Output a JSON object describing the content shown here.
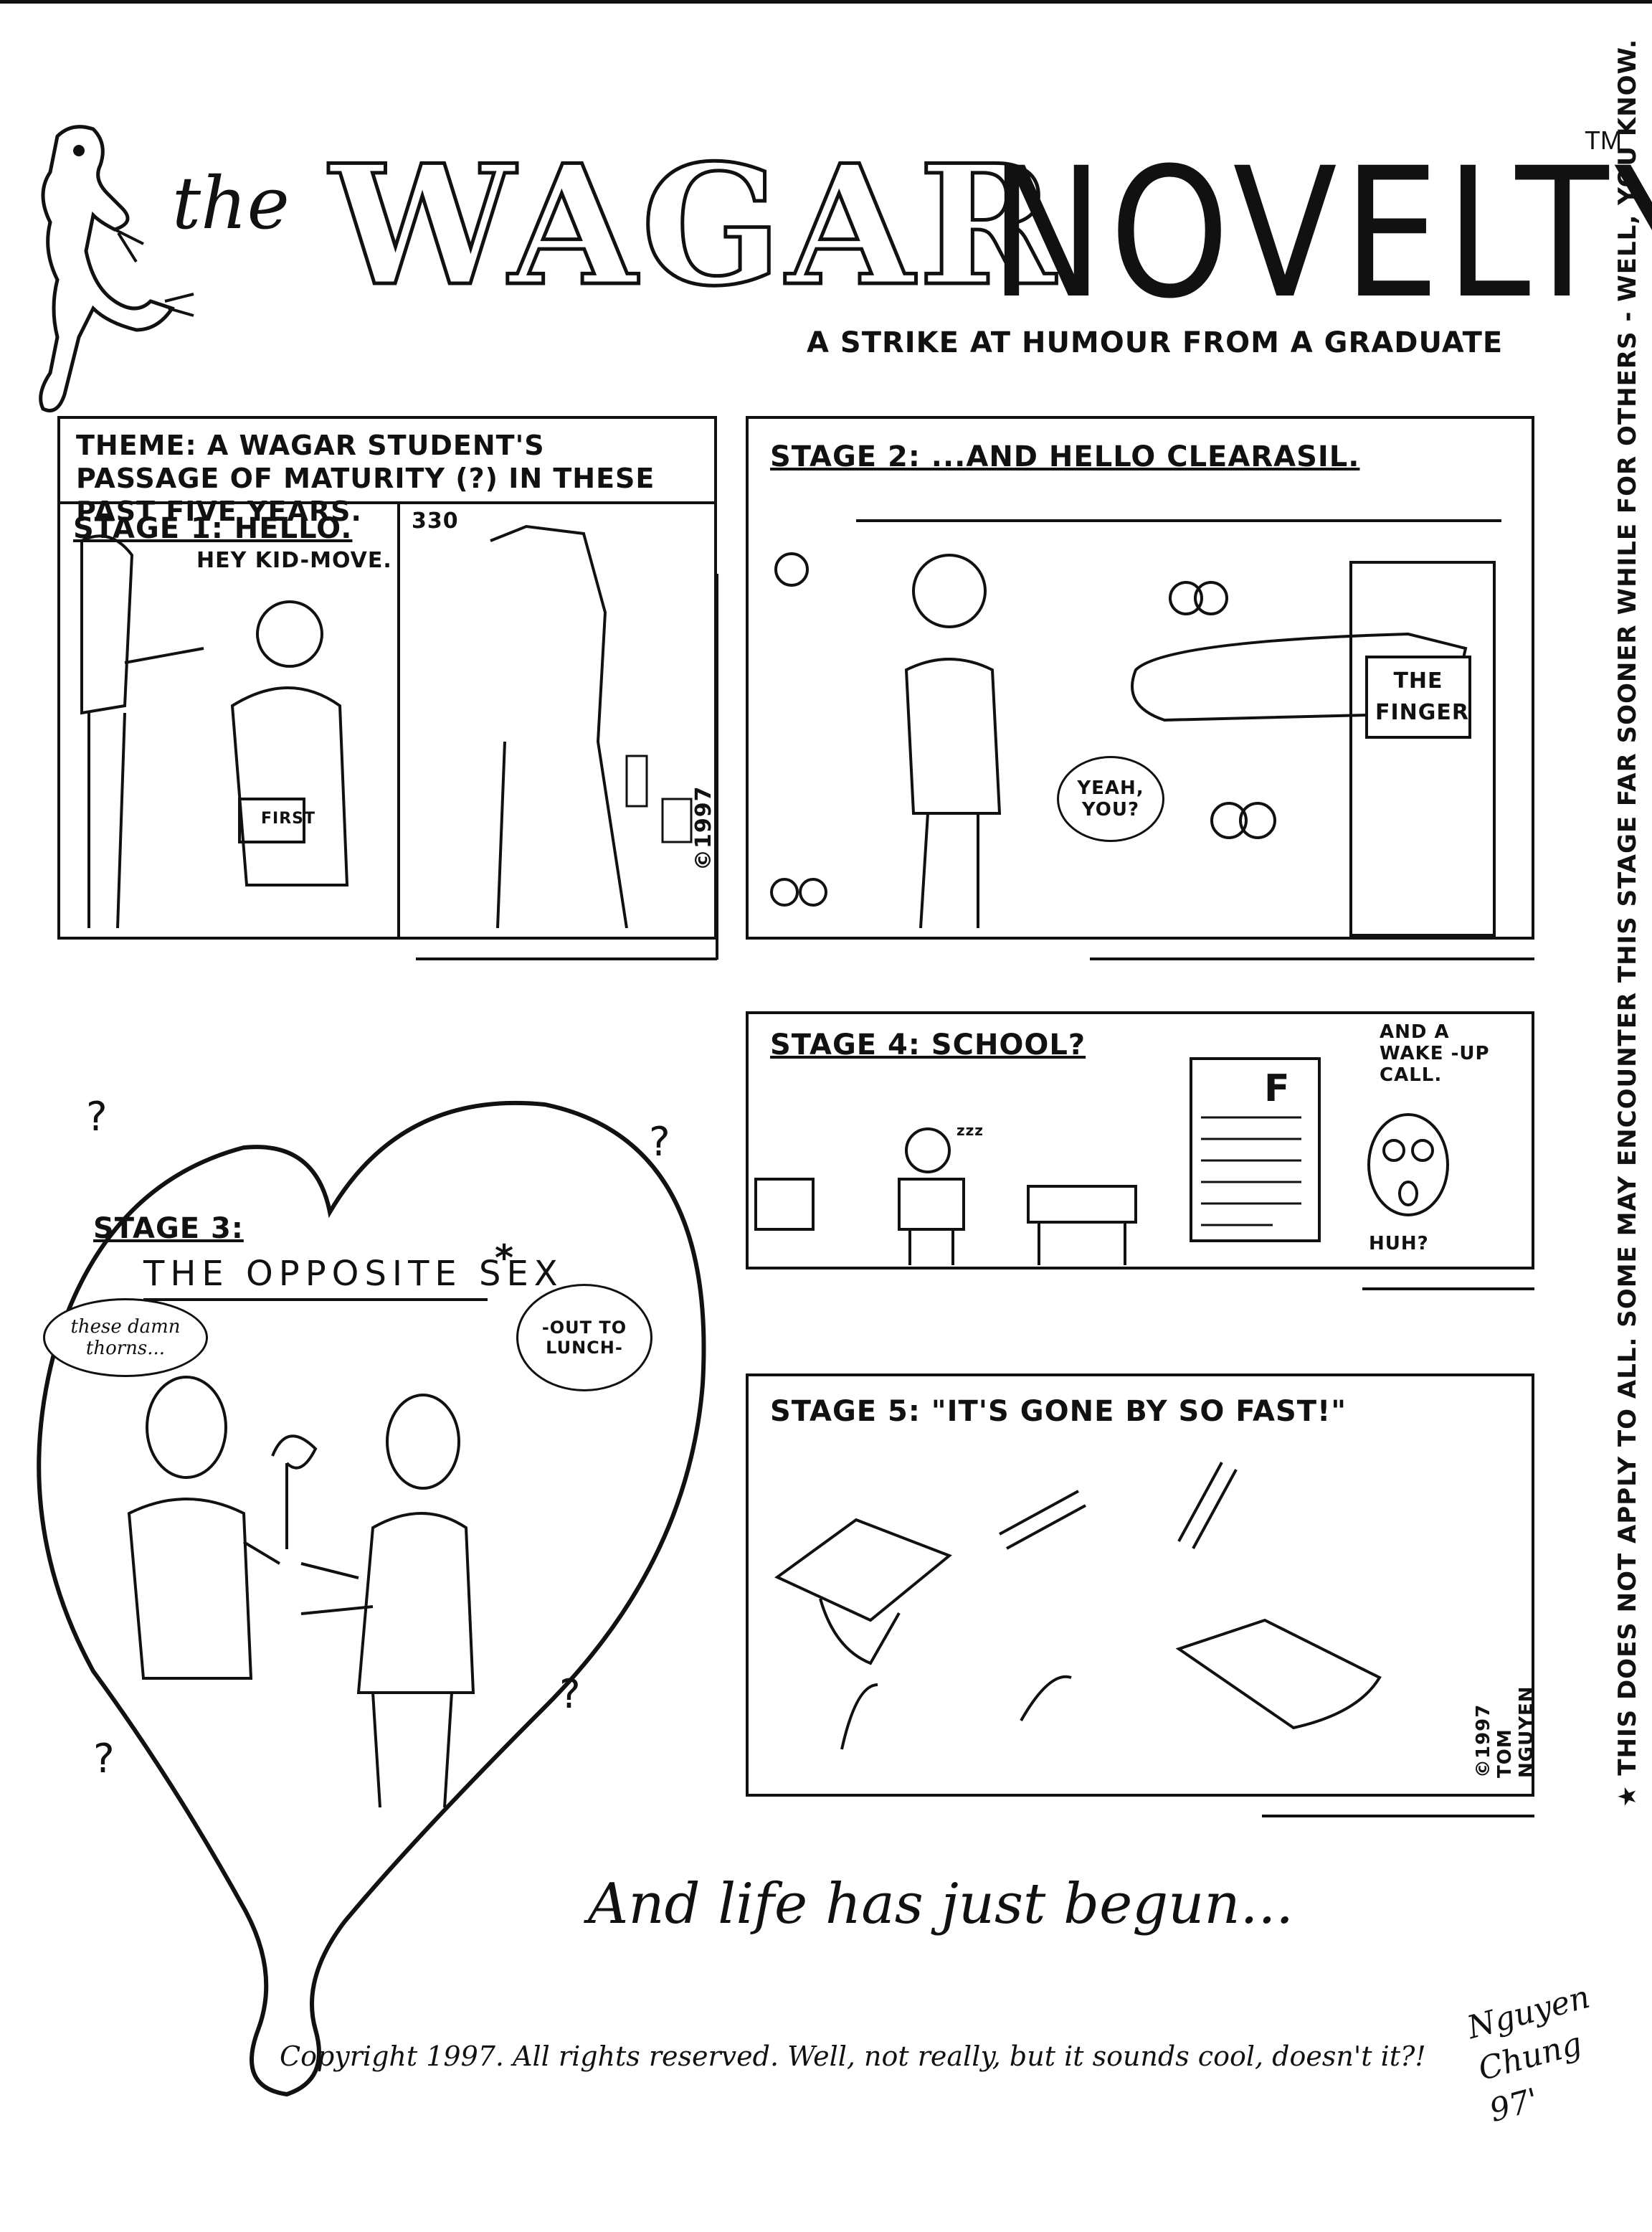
{
  "header": {
    "the": "the",
    "wagar": "WAGAR",
    "novelty": "NOVELTY",
    "tm": "TM",
    "subtitle": "A STRIKE AT HUMOUR FROM A GRADUATE"
  },
  "panel1": {
    "theme": "THEME: A WAGAR STUDENT'S PASSAGE OF MATURITY (?) IN THESE PAST FIVE YEARS.",
    "stage": "STAGE 1: HELLO.",
    "speech": "HEY KID-MOVE.",
    "room": "330",
    "copyright": "©1997",
    "book": "FIRST"
  },
  "panel2": {
    "stage": "STAGE 2: ...AND HELLO CLEARASIL.",
    "sign": "THE FINGER",
    "speech": "YEAH, YOU?"
  },
  "panel3": {
    "stage": "STAGE 3:",
    "subtitle": "THE OPPOSITE SEX",
    "star": "*",
    "thought_left": "these damn thorns...",
    "thought_right": "-OUT TO LUNCH-",
    "question": "?"
  },
  "panel4": {
    "stage": "STAGE 4: SCHOOL?",
    "note": "AND A WAKE -UP CALL.",
    "grade": "F",
    "huh": "HUH?",
    "zzz": "zzz"
  },
  "panel5": {
    "stage": "STAGE 5: \"IT'S GONE BY SO FAST!\"",
    "credit": "©1997 TOM NGUYEN"
  },
  "side_note": "★ THIS DOES NOT APPLY TO ALL. SOME MAY ENCOUNTER THIS STAGE FAR SOONER WHILE FOR OTHERS - WELL, YOU KNOW.",
  "closing": "And life has just begun...",
  "footer": "Copyright 1997. All rights reserved. Well, not really, but it sounds cool, doesn't it?!",
  "signature": "Nguyen Chung 97'"
}
